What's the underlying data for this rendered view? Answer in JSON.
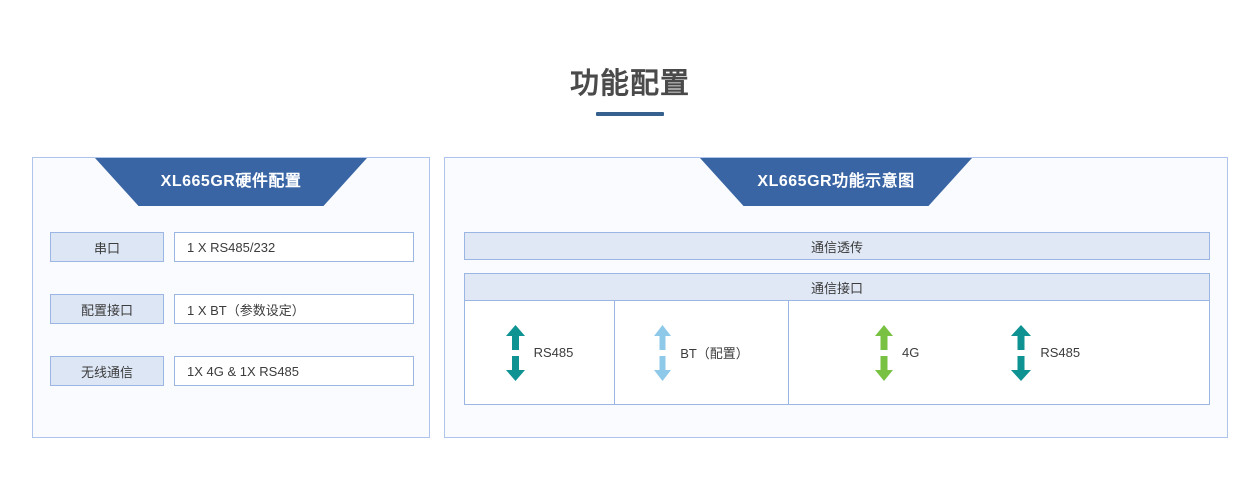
{
  "page": {
    "title": "功能配置",
    "accent_color": "#36618e",
    "banner_color": "#3a65a4",
    "border_color": "#9cb6e4",
    "card_bg": "#f9fbfe"
  },
  "left_card": {
    "banner_title": "XL665GR硬件配置",
    "rows": [
      {
        "key": "串口",
        "value": "1 X RS485/232"
      },
      {
        "key": "配置接口",
        "value": "1 X BT（参数设定）"
      },
      {
        "key": "无线通信",
        "value": "1X 4G & 1X RS485"
      }
    ]
  },
  "right_card": {
    "banner_title": "XL665GR功能示意图",
    "band_transparent": "通信透传",
    "band_interface": "通信接口",
    "columns": [
      {
        "ports": [
          {
            "label": "RS485",
            "color": "#0e9392",
            "arrow": "double-arrow-up-down-icon"
          }
        ]
      },
      {
        "ports": [
          {
            "label": "BT（配置）",
            "color": "#8ec9ea",
            "arrow": "double-arrow-up-down-icon"
          }
        ]
      },
      {
        "ports": [
          {
            "label": "4G",
            "color": "#79c143",
            "arrow": "double-arrow-up-down-icon"
          },
          {
            "label": "RS485",
            "color": "#0e9392",
            "arrow": "double-arrow-up-down-icon"
          }
        ]
      }
    ]
  }
}
